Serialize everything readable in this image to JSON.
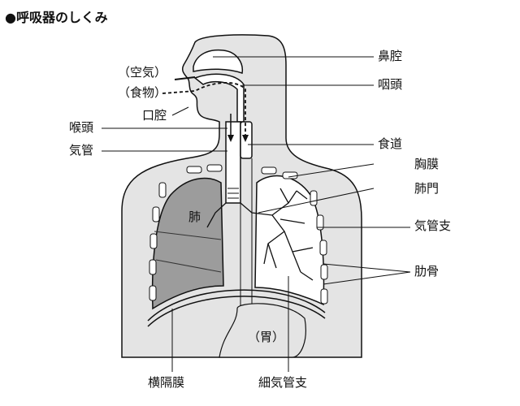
{
  "title": "●呼吸器のしくみ",
  "labels": {
    "nasal_cavity": "鼻腔",
    "air": "（空気）",
    "food": "（食物）",
    "pharynx": "咽頭",
    "oral_cavity": "口腔",
    "larynx": "喉頭",
    "trachea": "気管",
    "esophagus": "食道",
    "pleura": "胸膜",
    "hilum": "肺門",
    "bronchus": "気管支",
    "lung": "肺",
    "ribs": "肋骨",
    "stomach": "（胃）",
    "diaphragm": "横隔膜",
    "bronchiole": "細気管支"
  },
  "colors": {
    "body": "#e4e4e4",
    "lung": "#9c9c9c",
    "line": "#111111"
  }
}
